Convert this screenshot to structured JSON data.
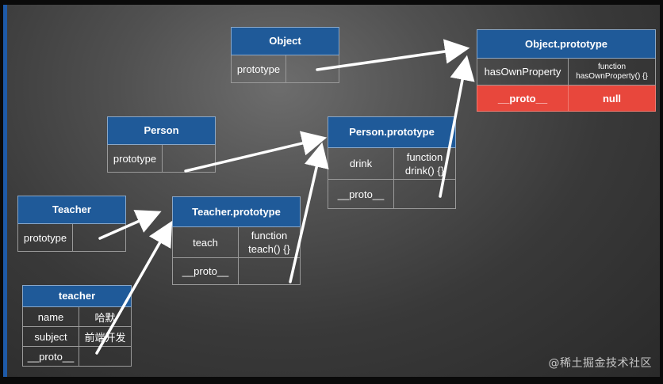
{
  "object": {
    "title": "Object",
    "row1": "prototype"
  },
  "person": {
    "title": "Person",
    "row1": "prototype"
  },
  "teacher_ctor": {
    "title": "Teacher",
    "row1": "prototype"
  },
  "teacher_inst": {
    "title": "teacher",
    "rows": [
      {
        "key": "name",
        "value": "哈默"
      },
      {
        "key": "subject",
        "value": "前端开发"
      },
      {
        "key": "__proto__",
        "value": ""
      }
    ]
  },
  "teacher_proto": {
    "title": "Teacher.prototype",
    "rows": [
      {
        "key": "teach",
        "value": "function teach() {}"
      },
      {
        "key": "__proto__",
        "value": ""
      }
    ]
  },
  "person_proto": {
    "title": "Person.prototype",
    "rows": [
      {
        "key": "drink",
        "value": "function drink() {}"
      },
      {
        "key": "__proto__",
        "value": ""
      }
    ]
  },
  "object_proto": {
    "title": "Object.prototype",
    "rows": [
      {
        "key": "hasOwnProperty",
        "value": "function hasOwnProperty() {}"
      },
      {
        "key": "__proto__",
        "value": "null"
      }
    ]
  },
  "colors": {
    "header": "#1f5a99",
    "null_cell": "#e8473c",
    "arrow": "#ffffff"
  },
  "watermark": "@稀土掘金技术社区"
}
